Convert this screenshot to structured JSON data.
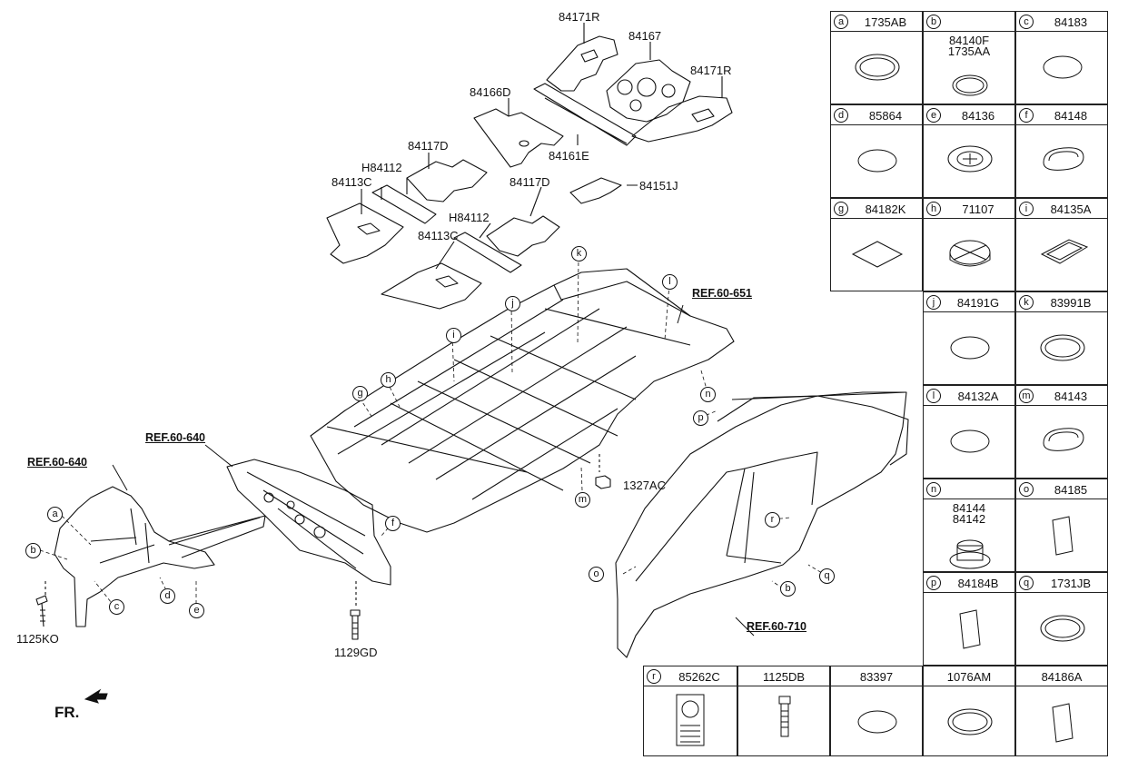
{
  "callouts": {
    "p84171R_top": "84171R",
    "p84167": "84167",
    "p84171R_right": "84171R",
    "p84166D": "84166D",
    "p84161E": "84161E",
    "p84117D_left": "84117D",
    "pH84112_left": "H84112",
    "p84113C_left": "84113C",
    "p84151J": "84151J",
    "p84117D_right": "84117D",
    "pH84112_right": "H84112",
    "p84113C_right": "84113C",
    "ref651": "REF.60-651",
    "ref640a": "REF.60-640",
    "ref640b": "REF.60-640",
    "ref710": "REF.60-710",
    "p1327AC": "1327AC",
    "p1125KO": "1125KO",
    "p1129GD": "1129GD",
    "fr": "FR."
  },
  "diagram_letters": {
    "a": "a",
    "b1": "b",
    "b2": "b",
    "c": "c",
    "d": "d",
    "e": "e",
    "f": "f",
    "g": "g",
    "h": "h",
    "i": "i",
    "j": "j",
    "k": "k",
    "l": "l",
    "m": "m",
    "n": "n",
    "o": "o",
    "p": "p",
    "q": "q",
    "r": "r"
  },
  "legend": [
    {
      "letter": "a",
      "code": "1735AB",
      "sub": "",
      "icon": "round-plug"
    },
    {
      "letter": "b",
      "code": "",
      "sub": "84140F\n1735AA",
      "icon": "small-round-plug"
    },
    {
      "letter": "c",
      "code": "84183",
      "sub": "",
      "icon": "flat-oval-plug"
    },
    {
      "letter": "d",
      "code": "85864",
      "sub": "",
      "icon": "flat-oval-plug"
    },
    {
      "letter": "e",
      "code": "84136",
      "sub": "",
      "icon": "grommet-plug"
    },
    {
      "letter": "f",
      "code": "84148",
      "sub": "",
      "icon": "oblong-plug"
    },
    {
      "letter": "g",
      "code": "84182K",
      "sub": "",
      "icon": "square-pad"
    },
    {
      "letter": "h",
      "code": "71107",
      "sub": "",
      "icon": "cross-plug"
    },
    {
      "letter": "i",
      "code": "84135A",
      "sub": "",
      "icon": "rect-plug"
    },
    {
      "letter": "j",
      "code": "84191G",
      "sub": "",
      "icon": "flat-oval-plug"
    },
    {
      "letter": "k",
      "code": "83991B",
      "sub": "",
      "icon": "round-plug"
    },
    {
      "letter": "l",
      "code": "84132A",
      "sub": "",
      "icon": "flat-oval-plug"
    },
    {
      "letter": "m",
      "code": "84143",
      "sub": "",
      "icon": "oblong-plug"
    },
    {
      "letter": "n",
      "code": "",
      "sub": "84144\n84142",
      "icon": "threaded-grommet"
    },
    {
      "letter": "o",
      "code": "84185",
      "sub": "",
      "icon": "pad"
    },
    {
      "letter": "p",
      "code": "84184B",
      "sub": "",
      "icon": "pad"
    },
    {
      "letter": "q",
      "code": "1731JB",
      "sub": "",
      "icon": "round-plug"
    },
    {
      "letter": "r",
      "code": "85262C",
      "sub": "",
      "icon": "warning-label"
    },
    {
      "letter": "",
      "code": "1125DB",
      "sub": "",
      "icon": "bolt"
    },
    {
      "letter": "",
      "code": "83397",
      "sub": "",
      "icon": "flat-oval-plug"
    },
    {
      "letter": "",
      "code": "1076AM",
      "sub": "",
      "icon": "round-plug"
    },
    {
      "letter": "",
      "code": "84186A",
      "sub": "",
      "icon": "pad"
    }
  ]
}
